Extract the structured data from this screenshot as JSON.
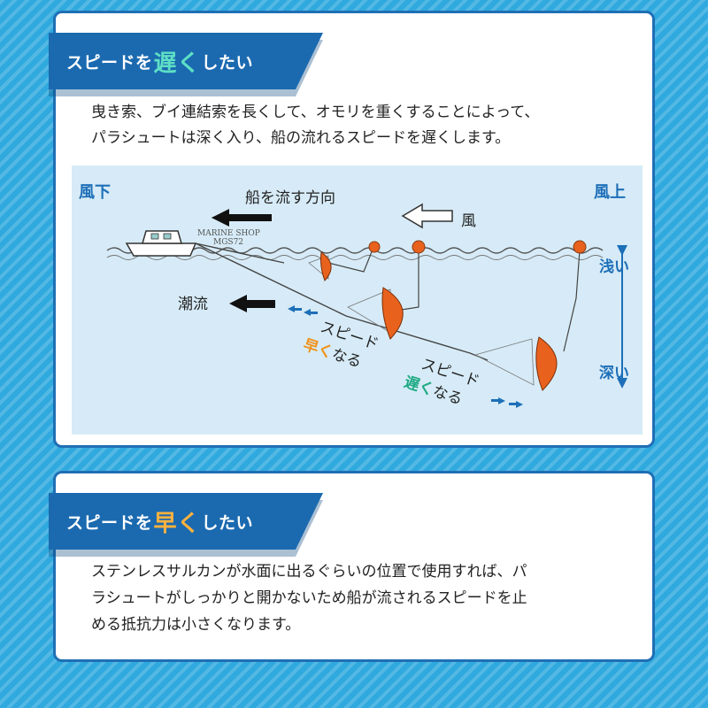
{
  "slow_section": {
    "heading_pre": "スピードを",
    "heading_em": "遅く",
    "heading_post": "したい",
    "desc_line1": "曳き索、ブイ連結索を長くして、オモリを重くすることによって、",
    "desc_line2": "パラシュートは深く入り、船の流れるスピードを遅くします。"
  },
  "diagram": {
    "leeward": "風下",
    "windward": "風上",
    "drift_direction": "船を流す方向",
    "wind": "風",
    "tide": "潮流",
    "shallow": "浅い",
    "deep": "深い",
    "speed_label_1": "スピード",
    "faster_em": "早く",
    "faster_post": "なる",
    "speed_label_2": "スピード",
    "slower_em": "遅く",
    "slower_post": "なる",
    "watermark_1": "MARINE SHOP",
    "watermark_2": "MGS72",
    "colors": {
      "water": "#d6ebf7",
      "parachute": "#e8621e",
      "arrow_blue": "#1d6fb8"
    }
  },
  "fast_section": {
    "heading_pre": "スピードを",
    "heading_em": "早く",
    "heading_post": "したい",
    "desc_line1": "ステンレスサルカンが水面に出るぐらいの位置で使用すれば、パ",
    "desc_line2": "ラシュートがしっかりと開かないため船が流されるスピードを止",
    "desc_line3": "める抵抗力は小さくなります。"
  }
}
